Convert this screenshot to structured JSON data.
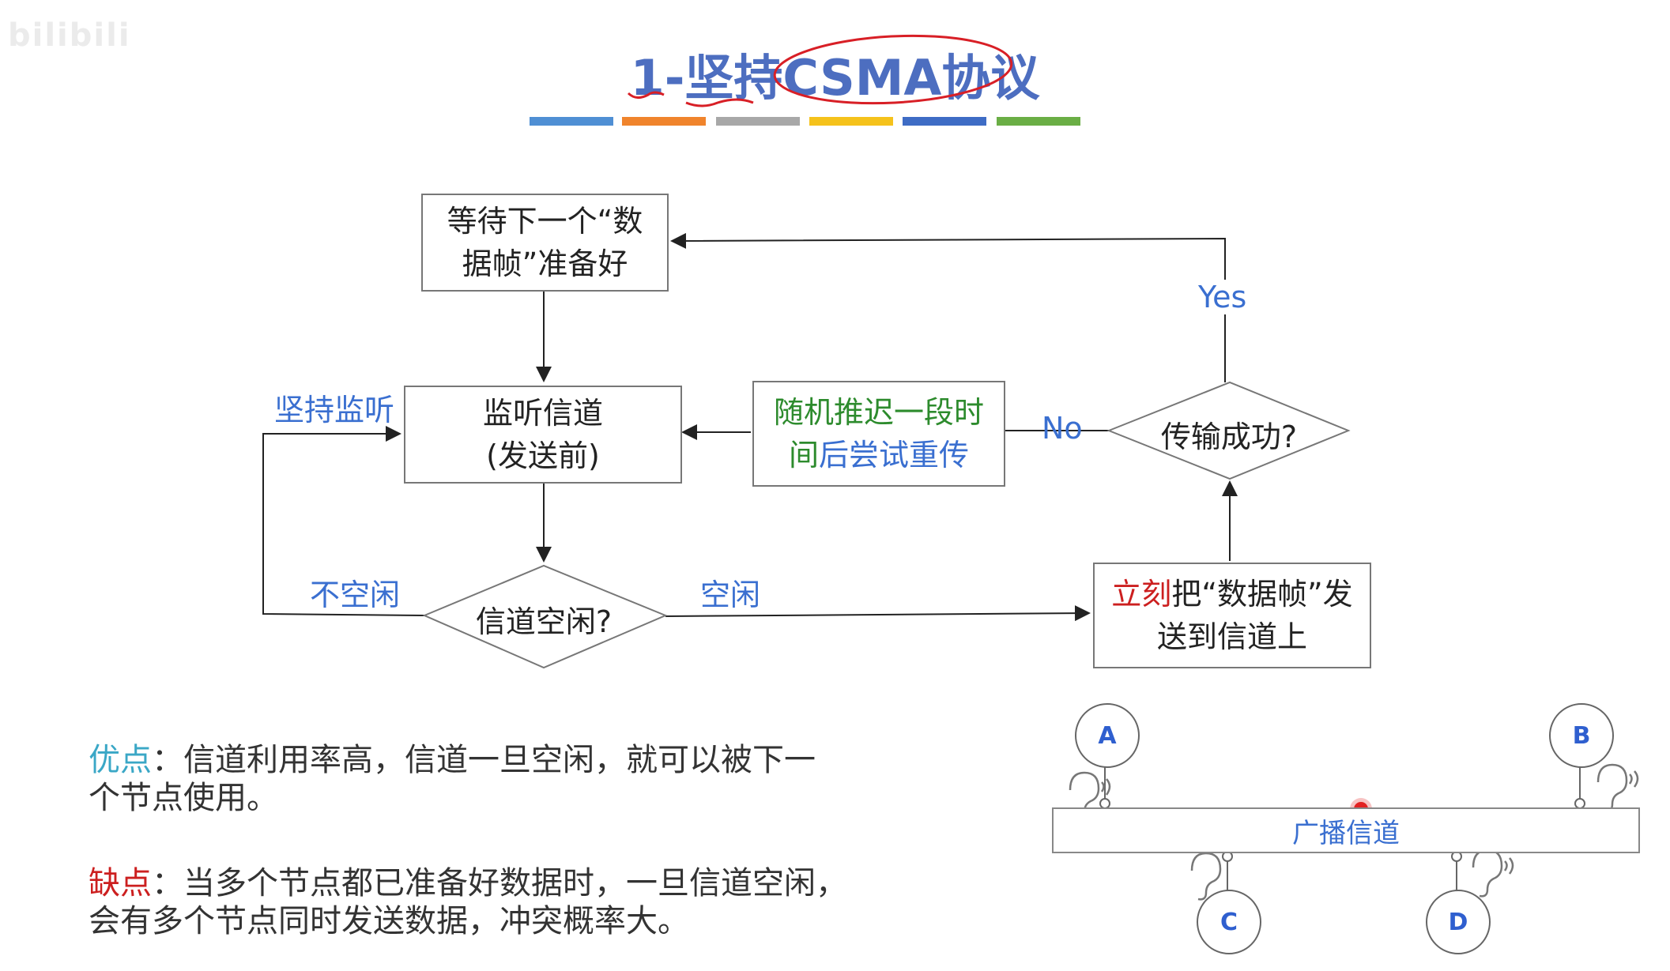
{
  "watermark": "bilibili",
  "title": "1-坚持CSMA协议",
  "colors": [
    "#4f8fd4",
    "#f0842c",
    "#a8a8a8",
    "#f5c21b",
    "#3e6cc5",
    "#6aae45"
  ],
  "flow": {
    "wait_line1": "等待下一个“数",
    "wait_line2": "据帧”准备好",
    "listen_line1": "监听信道",
    "listen_line2": "(发送前)",
    "retry_line1": "随机推迟一段时",
    "retry_line2_a": "间",
    "retry_line2_b": "后尝试重传",
    "send_red": "立刻",
    "send_line1": "把“数据帧”发",
    "send_line2": "送到信道上",
    "idle_q": "信道空闲?",
    "success_q": "传输成功?",
    "label_persist": "坚持监听",
    "label_busy": "不空闲",
    "label_idle": "空闲",
    "label_no": "No",
    "label_yes": "Yes"
  },
  "notes": {
    "pro_label": "优点",
    "pro_text": "：信道利用率高，信道一旦空闲，就可以被下一",
    "pro_text2": "个节点使用。",
    "con_label": "缺点",
    "con_text": "：当多个节点都已准备好数据时，一旦信道空闲，",
    "con_text2": "会有多个节点同时发送数据，冲突概率大。"
  },
  "bus": {
    "channel_label": "广播信道",
    "nodes": [
      "A",
      "B",
      "C",
      "D"
    ]
  }
}
